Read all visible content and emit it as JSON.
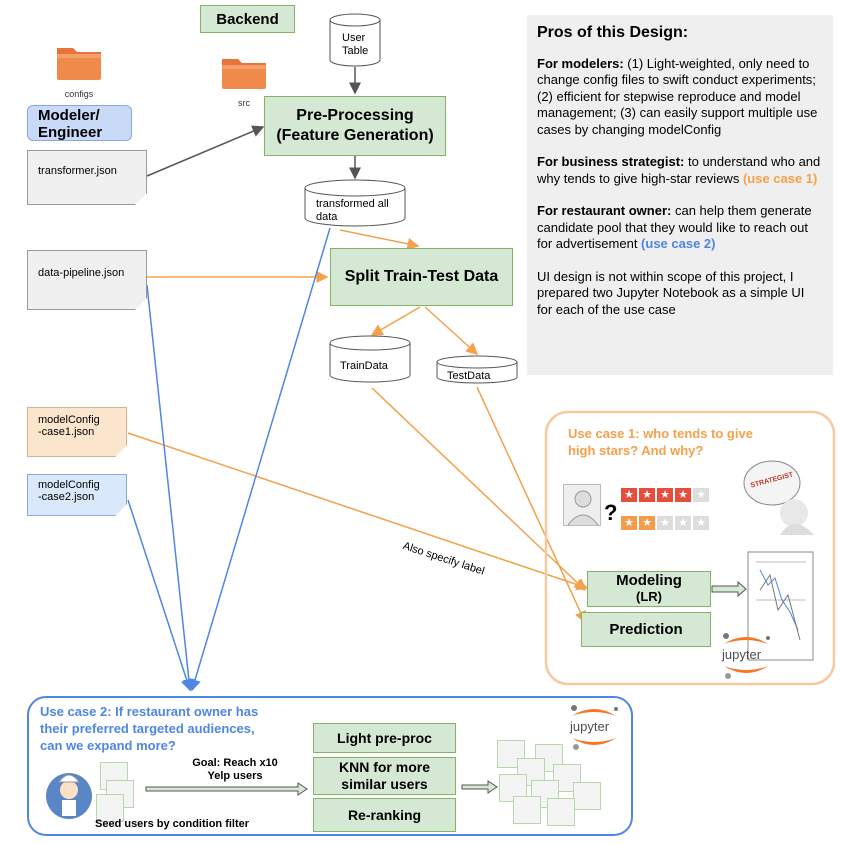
{
  "backend_label": "Backend",
  "modeler_label": "Modeler/\nEngineer",
  "folders": {
    "configs": "configs",
    "src": "src"
  },
  "user_table": "User\nTable",
  "preprocessing": "Pre-Processing\n(Feature Generation)",
  "transformed_data": "transformed all\ndata",
  "split": "Split Train-Test Data",
  "train_data": "TrainData",
  "test_data": "TestData",
  "files": {
    "transformer": "transformer.json",
    "data_pipeline": "data-pipeline.json",
    "case1": "modelConfig\n-case1.json",
    "case2": "modelConfig\n-case2.json"
  },
  "also_specify": "Also specify label",
  "pros": {
    "title": "Pros of this Design:",
    "modelers_head": "For modelers:",
    "modelers_text": " (1) Light-weighted, only need to change config files to swift conduct experiments; (2) efficient for stepwise reproduce and model management; (3) can easily support multiple use cases by changing modelConfig",
    "business_head": "For business strategist:",
    "business_text": " to understand who and why tends to give high-star reviews ",
    "business_ref": "(use case 1)",
    "owner_head": "For restaurant owner:",
    "owner_text": " can help them generate candidate pool that they would like to reach out for advertisement ",
    "owner_ref": "(use case 2)",
    "ui_text": "UI design is not within scope of this project, I prepared two Jupyter Notebook as a simple UI for each of the use case"
  },
  "use_case1": {
    "title": "Use case 1: who tends to give\nhigh stars? And why?",
    "modeling": "Modeling",
    "modeling_sub": "(LR)",
    "prediction": "Prediction",
    "question": "?",
    "jupyter": "jupyter",
    "strategist_badge": "STRATEGIST"
  },
  "use_case2": {
    "title": "Use case 2: If restaurant owner has\ntheir preferred targeted audiences,\ncan we expand more?",
    "goal": "Goal: Reach x10\nYelp users",
    "seed": "Seed users by condition filter",
    "light": "Light pre-proc",
    "knn": "KNN for more\nsimilar users",
    "rerank": "Re-ranking",
    "jupyter": "jupyter"
  },
  "colors": {
    "green_fill": "#d5e8d4",
    "green_border": "#82b366",
    "blue_fill": "#dae8fc",
    "orange": "#f5a04b",
    "blue": "#4f86e3",
    "gray_panel": "#efefef"
  }
}
